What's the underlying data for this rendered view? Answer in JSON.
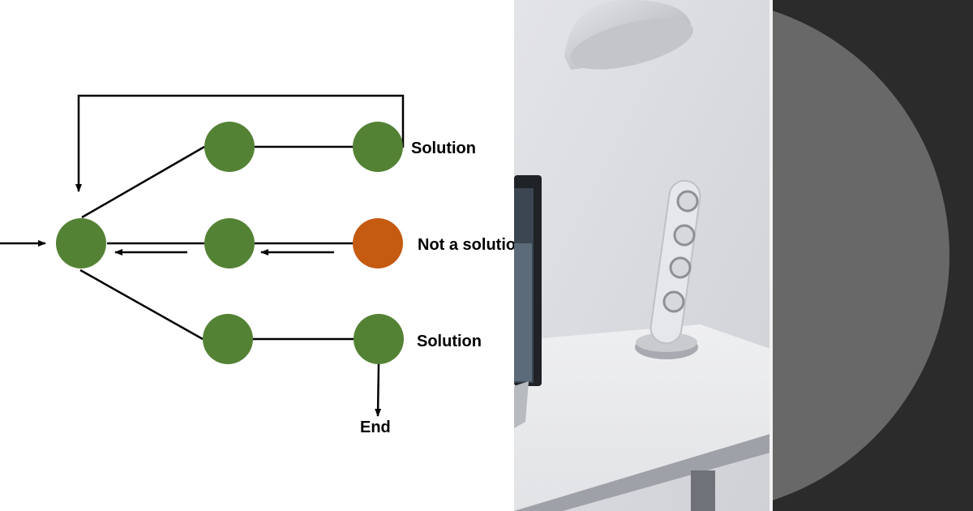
{
  "diagram": {
    "colors": {
      "node_green": "#548235",
      "node_orange": "#c55a11",
      "line": "#000000"
    },
    "labels": {
      "solution_top": "Solution",
      "not_solution": "Not a solution",
      "solution_bottom": "Solution",
      "end": "End"
    }
  },
  "photo": {
    "subject": "desk-with-lamp-laptop-and-speaker"
  },
  "decoration": {
    "colors": {
      "background": "#2b2b2b",
      "circle": "#686868",
      "divider": "#f2f2f2"
    }
  }
}
